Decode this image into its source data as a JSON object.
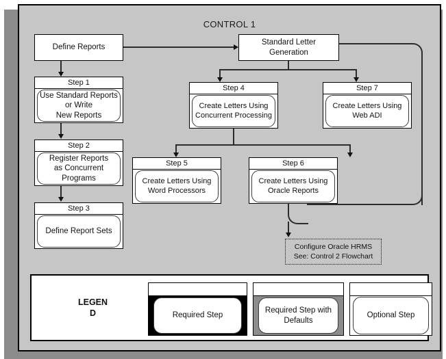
{
  "diagram": {
    "title": "CONTROL 1",
    "nodes": {
      "define_reports": {
        "label": "Define Reports"
      },
      "standard_letter": {
        "label": "Standard Letter\nGeneration"
      },
      "step1": {
        "header": "Step 1",
        "label": "Use Standard Reports\nor Write\nNew Reports"
      },
      "step2": {
        "header": "Step 2",
        "label": "Register Reports\nas Concurrent\nPrograms"
      },
      "step3": {
        "header": "Step 3",
        "label": "Define Report Sets"
      },
      "step4": {
        "header": "Step 4",
        "label": "Create Letters Using\nConcurrent Processing"
      },
      "step5": {
        "header": "Step 5",
        "label": "Create Letters Using\nWord Processors"
      },
      "step6": {
        "header": "Step 6",
        "label": "Create Letters Using\nOracle Reports"
      },
      "step7": {
        "header": "Step 7",
        "label": "Create Letters Using\nWeb ADI"
      },
      "note": {
        "line1": "Configure Oracle HRMS",
        "line2": "See: Control 2 Flowchart"
      }
    }
  },
  "legend": {
    "title": "LEGEN\nD",
    "items": [
      {
        "label": "Required Step",
        "style": "black"
      },
      {
        "label": "Required Step with\nDefaults",
        "style": "gray"
      },
      {
        "label": "Optional Step",
        "style": "white"
      }
    ]
  },
  "colors": {
    "panel_background": "#c6c6c6",
    "shadow": "#8c8c8c",
    "box_fill": "#ffffff",
    "line": "#2b2b2b",
    "required_step_fill": "#000000",
    "required_defaults_fill": "#8c8c8c"
  }
}
